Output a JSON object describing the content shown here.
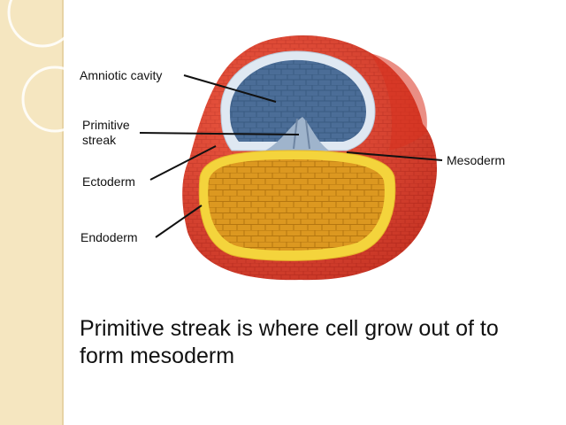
{
  "labels": {
    "amniotic_cavity": "Amniotic cavity",
    "primitive_streak_line1": "Primitive",
    "primitive_streak_line2": "streak",
    "ectoderm": "Ectoderm",
    "endoderm": "Endoderm",
    "mesoderm": "Mesoderm"
  },
  "caption": "Primitive streak is where cell grow out of to form mesoderm",
  "colors": {
    "band": "#f5e6c0",
    "mesoderm_red": "#e43a2a",
    "amniotic_blue": "#4a6c96",
    "ectoderm_pale": "#dfe8f2",
    "endoderm_yellow": "#f3d23a",
    "yolk_orange": "#d9931c"
  }
}
